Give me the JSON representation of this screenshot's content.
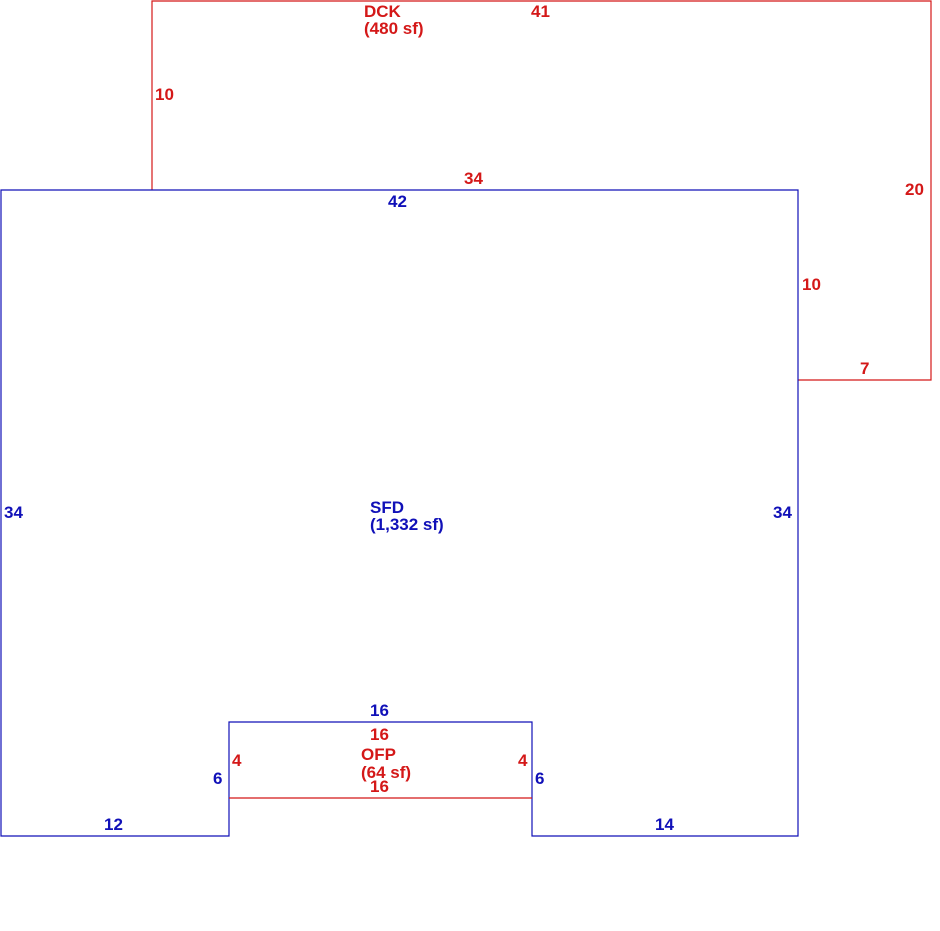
{
  "colors": {
    "sfd": "#1010b8",
    "deck_porch": "#d41818"
  },
  "areas": {
    "sfd": {
      "code": "SFD",
      "area": "(1,332 sf)"
    },
    "dck": {
      "code": "DCK",
      "area": "(480 sf)"
    },
    "ofp": {
      "code": "OFP",
      "area": "(64 sf)"
    }
  },
  "dimensions": {
    "sfd_top": "42",
    "sfd_left": "34",
    "sfd_right": "34",
    "sfd_bottom_left": "12",
    "sfd_bottom_right": "14",
    "sfd_notch_left": "6",
    "sfd_notch_right": "6",
    "sfd_notch_top": "16",
    "dck_top": "41",
    "dck_left": "10",
    "dck_right": "20",
    "dck_bottom": "34",
    "dck_inner_vertical": "10",
    "dck_inner_horizontal": "7",
    "ofp_top": "16",
    "ofp_bottom": "16",
    "ofp_left": "4",
    "ofp_right": "4"
  }
}
